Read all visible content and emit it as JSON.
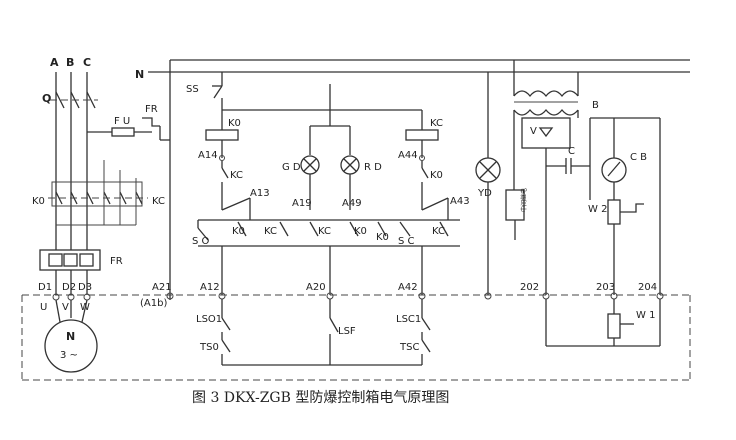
{
  "caption": "图 3   DKX-ZGB 型防爆控制箱电气原理图",
  "labels": {
    "phase_a": "A",
    "phase_b": "B",
    "phase_c": "C",
    "neutral": "N",
    "q": "Q",
    "fu": "F U",
    "fr_top": "FR",
    "fr_bottom": "FR",
    "k0_left": "K0",
    "kc_left": "KC",
    "d1": "D1",
    "d2": "D2",
    "d3": "D3",
    "u": "U",
    "v": "V",
    "w": "W",
    "motor_n": "N",
    "motor_3": "3 ~",
    "ss": "SS",
    "k0_coil": "K0",
    "kc_coil": "KC",
    "a14": "A14",
    "a44": "A44",
    "kc_c1": "KC",
    "k0_c2": "K0",
    "a13": "A13",
    "a43": "A43",
    "gd": "G D",
    "rd": "R D",
    "yd": "YD",
    "a19": "A19",
    "a49": "A49",
    "so": "S O",
    "k0_s1": "K0",
    "kc_s2": "KC",
    "kc_s3": "KC",
    "k0_s4": "K0",
    "sc": "S C",
    "kc_s5": "KC",
    "k0_s6": "K0",
    "a21": "A21",
    "a1b": "(A1b)",
    "a12": "A12",
    "a20": "A20",
    "a42": "A42",
    "n202": "202",
    "n203": "203",
    "n204": "204",
    "lso1": "LSO1",
    "tso": "TS0",
    "lsf": "LSF",
    "lsc1": "LSC1",
    "tsc": "TSC",
    "b": "B",
    "v_bridge": "V",
    "c": "C",
    "cb": "C B",
    "w2": "W 2",
    "w1": "W 1",
    "relay_box": "中间继电"
  }
}
